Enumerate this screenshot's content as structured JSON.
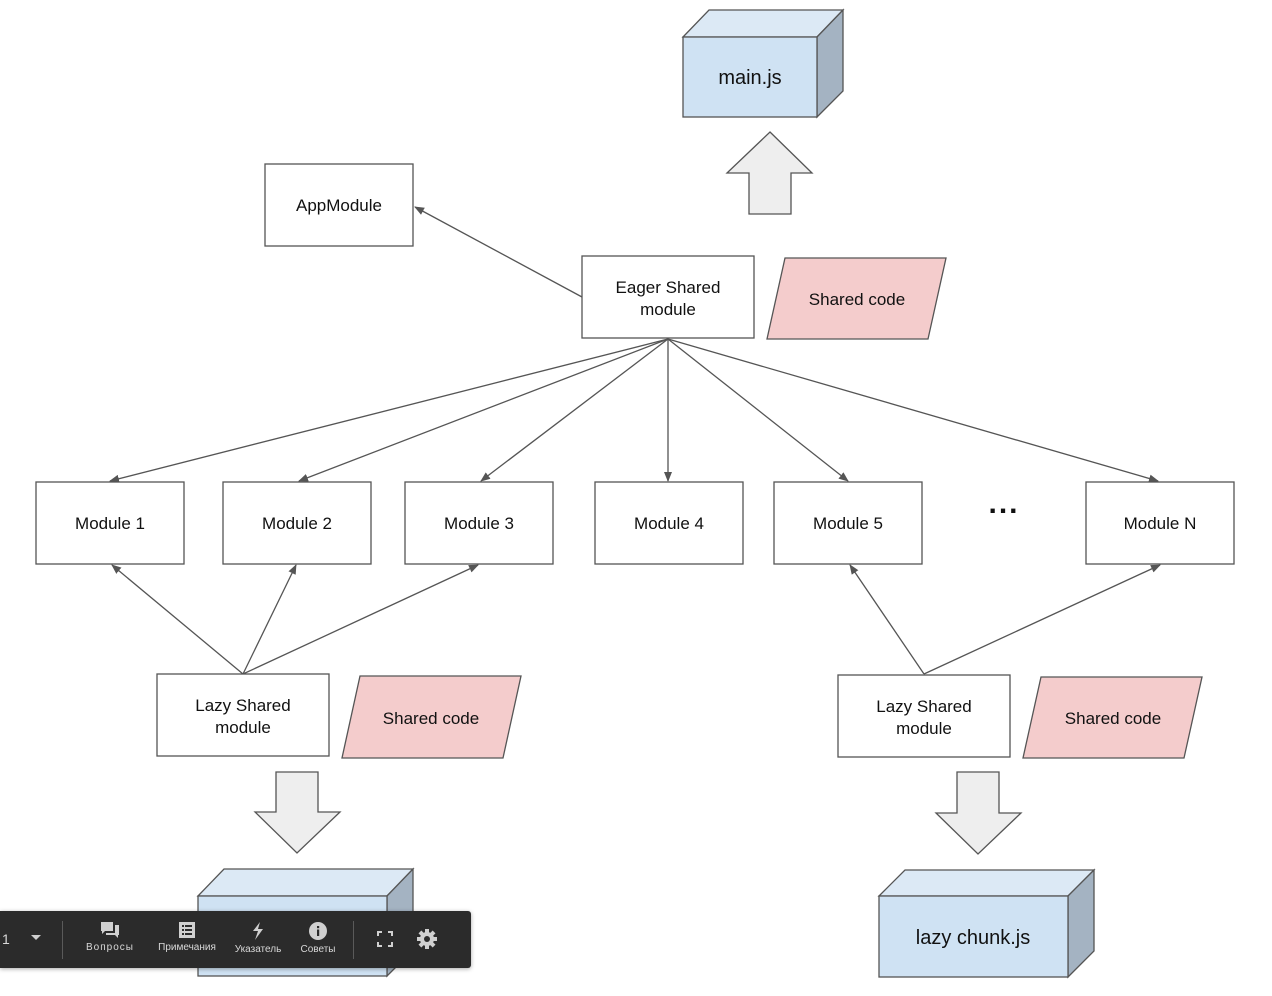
{
  "diagram": {
    "main_file": "main.js",
    "app_module": "AppModule",
    "eager_shared": [
      "Eager Shared",
      "module"
    ],
    "shared_code_top": "Shared code",
    "modules": [
      "Module 1",
      "Module 2",
      "Module 3",
      "Module 4",
      "Module 5",
      "Module N"
    ],
    "ellipsis": "...",
    "lazy_shared_left": [
      "Lazy Shared",
      "module"
    ],
    "shared_code_left": "Shared code",
    "lazy_shared_right": [
      "Lazy Shared",
      "module"
    ],
    "shared_code_right": "Shared code",
    "lazy_chunk": "lazy chunk.js",
    "colors": {
      "file_blue": "#cfe2f3",
      "shared_pink": "#f4cccc",
      "arrow_gray": "#eeeeee",
      "stroke": "#555555"
    }
  },
  "toolbar": {
    "page_number": "1",
    "page_dropdown_icon": "caret-down-icon",
    "questions_label": "Вопросы",
    "questions_icon": "chat-bubbles-icon",
    "notes_label": "Примечания",
    "notes_icon": "notes-list-icon",
    "pointer_label": "Указатель",
    "pointer_icon": "laser-pointer-icon",
    "tips_label": "Советы",
    "tips_icon": "info-icon",
    "fullscreen_icon": "fullscreen-icon",
    "settings_icon": "gear-icon"
  }
}
